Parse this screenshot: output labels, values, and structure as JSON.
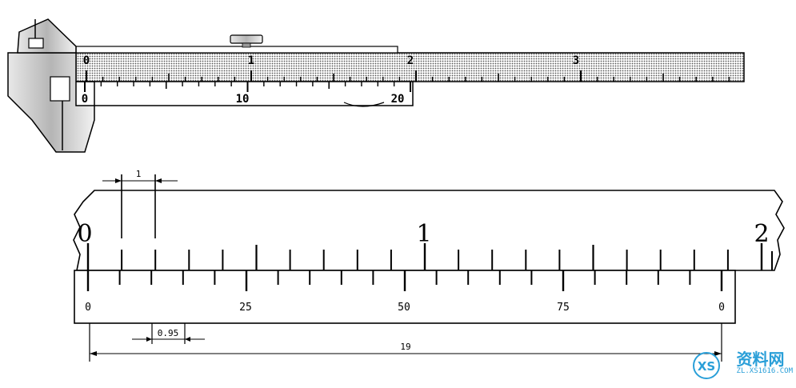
{
  "caliper": {
    "main_scale_labels": [
      "0",
      "1",
      "2",
      "3"
    ],
    "vernier_labels": [
      "0",
      "10",
      "20"
    ]
  },
  "detail": {
    "main_scale_labels": [
      "0",
      "1",
      "2"
    ],
    "vernier_labels": [
      "0",
      "25",
      "50",
      "75",
      "0"
    ],
    "gap_label": "1",
    "offset_label": "0.95",
    "length_label": "19"
  },
  "watermark": {
    "main_text": "资料网",
    "sub_text": "ZL.XS1616.COM",
    "logo_text": "XS",
    "color": "#2a9fd8"
  }
}
